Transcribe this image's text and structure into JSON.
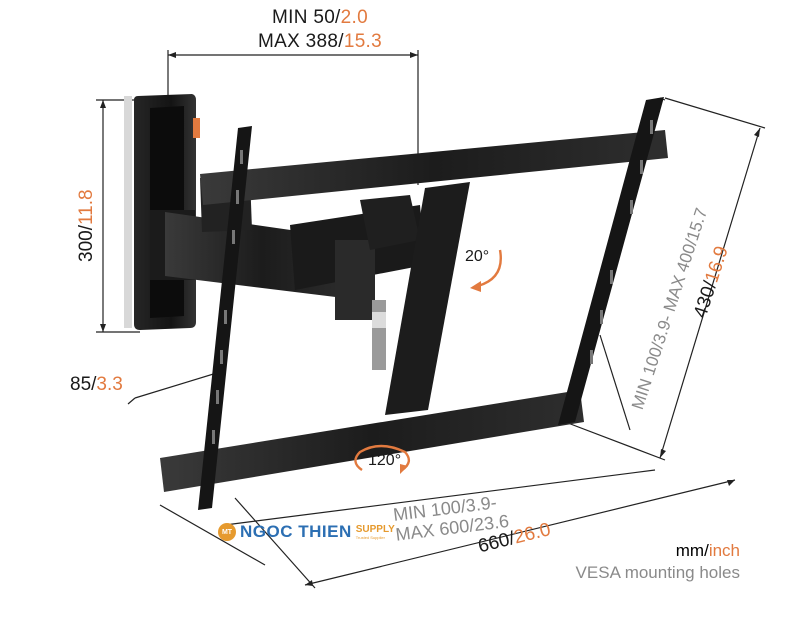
{
  "dimensions": {
    "arm_extension": {
      "min_mm": "MIN 50/",
      "min_in": "2.0",
      "max_mm": "MAX 388/",
      "max_in": "15.3"
    },
    "wall_plate_height": {
      "mm": "300/",
      "in": "11.8"
    },
    "wall_depth": {
      "mm": "85/",
      "in": "3.3"
    },
    "vesa_vertical": {
      "text": "MIN 100/3.9- MAX 400/15.7"
    },
    "total_height": {
      "mm": "430/",
      "in": "16.9"
    },
    "vesa_horizontal": {
      "line1": "MIN 100/3.9-",
      "line2": "MAX 600/23.6"
    },
    "total_width": {
      "mm": "660/",
      "in": "26.0"
    }
  },
  "angles": {
    "tilt": "20°",
    "swivel": "120°"
  },
  "legend": {
    "unit_mm": "mm/",
    "unit_inch": "inch",
    "caption": "VESA mounting holes"
  },
  "watermark": {
    "badge": "MT",
    "brand": "NGOC THIEN",
    "brand_suffix": "SUPPLY",
    "tagline": "Trusted Supplier"
  },
  "colors": {
    "accent": "#e27a3f",
    "bracket": "#1e1e1e",
    "dim_line": "#222222",
    "muted_text": "#8a8a8a"
  }
}
